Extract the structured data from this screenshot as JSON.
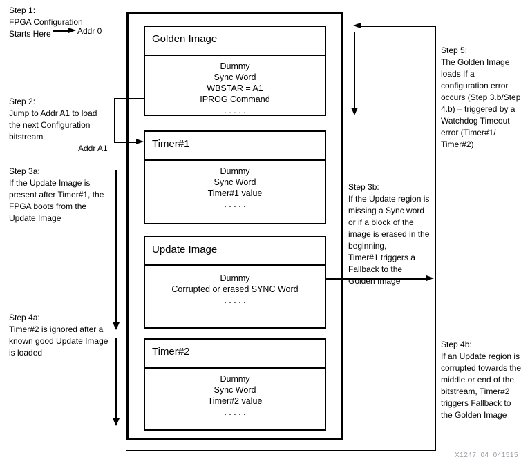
{
  "memory_map": {
    "blocks": [
      {
        "title": "Golden Image",
        "content": "Dummy\nSync Word\nWBSTAR = A1\nIPROG Command\n. . . . ."
      },
      {
        "title": "Timer#1",
        "content": "Dummy\nSync Word\nTimer#1 value\n. . . . ."
      },
      {
        "title": "Update Image",
        "content": "Dummy\nCorrupted or erased SYNC Word\n. . . . ."
      },
      {
        "title": "Timer#2",
        "content": "Dummy\nSync Word\nTimer#2 value\n. . . . ."
      }
    ],
    "addr_labels": {
      "addr0": "Addr 0",
      "addrA1": "Addr A1"
    }
  },
  "annotations": {
    "step1": "Step 1:\nFPGA Configuration\nStarts Here",
    "step2": "Step 2:\nJump to Addr A1 to load\nthe next Configuration\nbitstream",
    "step3a": "Step 3a:\nIf the Update Image is\npresent after Timer#1, the\nFPGA boots from the\nUpdate Image",
    "step4a": "Step 4a:\nTimer#2 is ignored after a\nknown good Update Image\nis loaded",
    "step5": "Step 5:\nThe Golden Image\nloads If a\nconfiguration error\noccurs (Step 3.b/Step\n4.b) – triggered by a\nWatchdog Timeout\nerror (Timer#1/\nTimer#2)",
    "step3b": "Step 3b:\nIf the Update region is\nmissing a Sync word\nor if a block of the\nimage is erased in the\nbeginning,\nTimer#1 triggers a\nFallback to the\nGolden Image",
    "step4b": "Step 4b:\nIf an Update region is\ncorrupted towards the\nmiddle or end of the\nbitstream, Timer#2\ntriggers Fallback to\nthe Golden Image"
  },
  "watermark": "X1247_04_041515",
  "colors": {
    "ink": "#000000",
    "background": "#ffffff",
    "watermark": "#9a9aa2"
  }
}
